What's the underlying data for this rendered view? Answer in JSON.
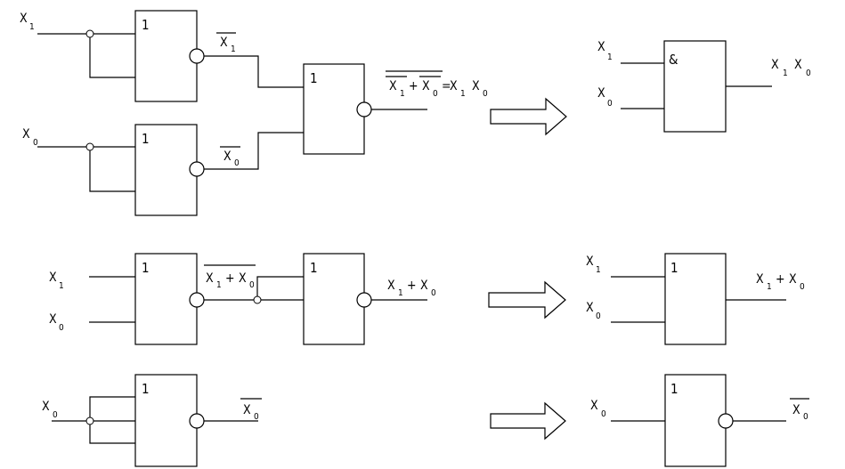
{
  "gate_symbols": {
    "or": "1",
    "and": "&"
  },
  "labels": {
    "x1": "X",
    "x0": "X",
    "sub_1": "1",
    "sub_0": "0",
    "plus": "+",
    "equals": "="
  }
}
